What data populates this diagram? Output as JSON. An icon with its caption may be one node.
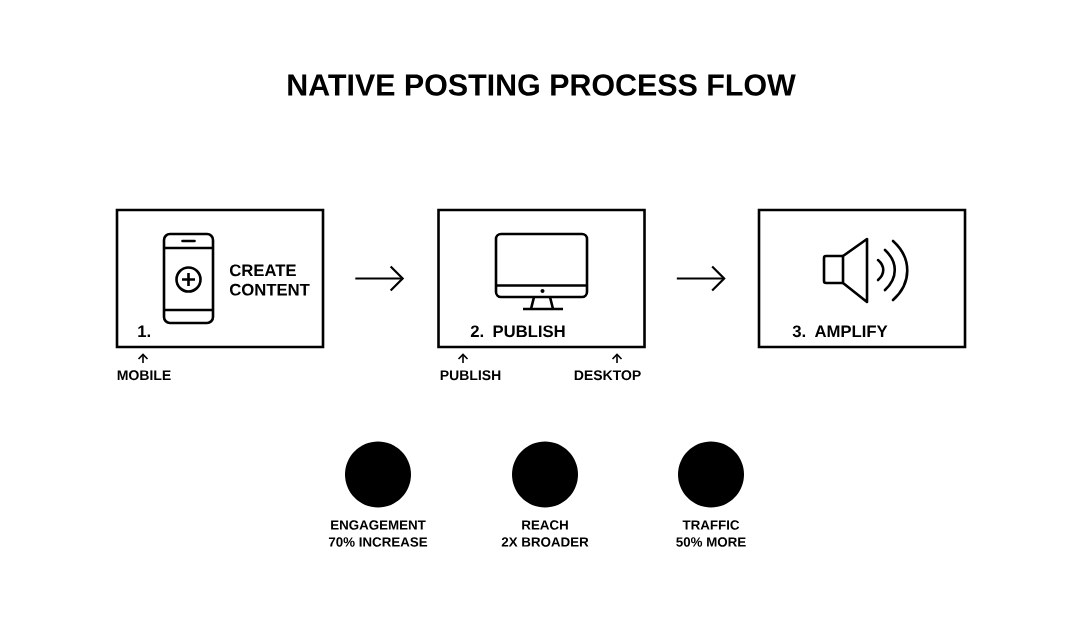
{
  "diagram": {
    "title": "NATIVE POSTING PROCESS FLOW",
    "nodes": [
      {
        "text": [
          "CREATE CONTENT",
          "1."
        ]
      },
      {
        "text": [
          "2. PUBLISH"
        ]
      },
      {
        "text": [
          "3. AMPLIFY"
        ]
      },
      {
        "text": [
          "MOBILE"
        ]
      },
      {
        "text": [
          "PUBLISH"
        ]
      },
      {
        "text": [
          "DESKTOP"
        ]
      },
      {
        "text": [],
        "shape": "circle",
        "beside": [
          "ENGAGEMENT",
          "70% INCREASE"
        ]
      },
      {
        "text": [],
        "shape": "circle",
        "beside": [
          "REACH",
          "2X BROADER"
        ]
      },
      {
        "text": [],
        "shape": "circle",
        "beside": [
          "TRAFFIC",
          "50% MORE"
        ]
      }
    ],
    "edges": [
      {
        "from": 0,
        "to": 1,
        "arrow": "to"
      },
      {
        "from": 1,
        "to": 2,
        "arrow": "to"
      },
      {
        "from": 3,
        "to": 0,
        "arrow": "to"
      },
      {
        "from": 4,
        "to": 1,
        "arrow": "to"
      },
      {
        "from": 5,
        "to": 1,
        "arrow": "to"
      }
    ]
  }
}
